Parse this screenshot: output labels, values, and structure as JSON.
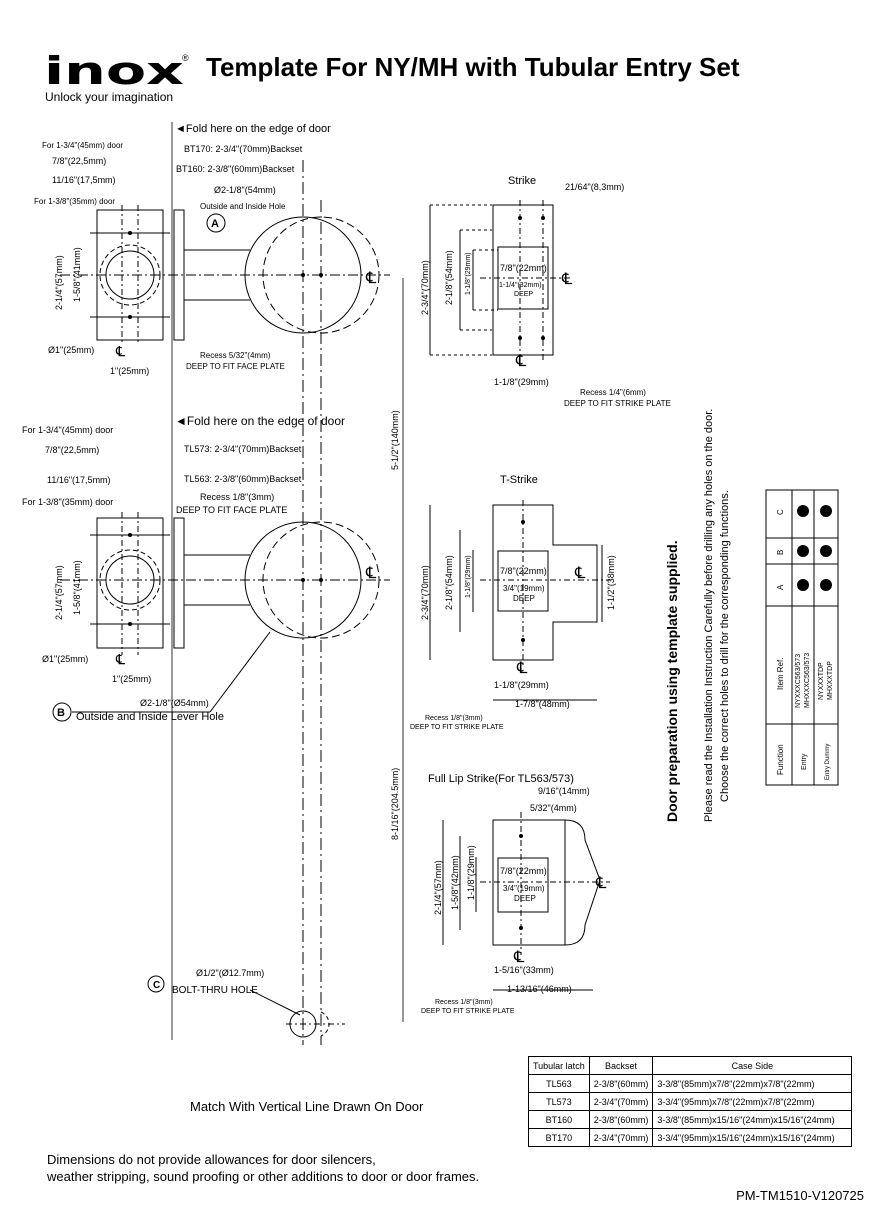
{
  "brand": {
    "logo": "inox",
    "registered": "®",
    "tagline": "Unlock your imagination"
  },
  "title": "Template For NY/MH with Tubular Entry Set",
  "section_a": {
    "fold": "◄Fold here on the edge of door",
    "for_45": "For 1-3/4\"(45mm) door",
    "d78": "7/8\"(22,5mm)",
    "d1116": "11/16\"(17,5mm)",
    "for_35": "For 1-3/8\"(35mm) door",
    "backset1": "BT170: 2-3/4\"(70mm)Backset",
    "backset2": "BT160: 2-3/8\"(60mm)Backset",
    "hole_dia": "Ø2-1/8\"(54mm)",
    "hole_label": "Outside and Inside Hole",
    "marker": "A",
    "h1": "2-1/4\"(57mm)",
    "h2": "1-5/8\"(41mm)",
    "dia1": "Ø1\"(25mm)",
    "w1": "1\"(25mm)",
    "recess1": "Recess 5/32\"(4mm)",
    "recess2": "DEEP TO FIT FACE PLATE"
  },
  "strike": {
    "title": "Strike",
    "d1": "21/64\"(8,3mm)",
    "h1": "2-3/4\"(70mm)",
    "h2": "2-1/8\"(54mm)",
    "h3": "1-1/8\"(29mm)",
    "box1": "7/8\"(22mm)",
    "box2": "1-1/4\"(32mm)",
    "box3": "DEEP",
    "w1": "1-1/8\"(29mm)",
    "recess1": "Recess 1/4\"(6mm)",
    "recess2": "DEEP TO FIT STRIKE PLATE"
  },
  "vertical_dims": {
    "v1": "5-1/2\"(140mm)",
    "v2": "8-1/16\"(204.5mm)"
  },
  "section_b": {
    "fold": "◄Fold here on the edge of door",
    "for_45": "For 1-3/4\"(45mm) door",
    "d78": "7/8\"(22,5mm)",
    "d1116": "11/16\"(17,5mm)",
    "for_35": "For 1-3/8\"(35mm) door",
    "backset1": "TL573: 2-3/4\"(70mm)Backset",
    "backset2": "TL563: 2-3/8\"(60mm)Backset",
    "recess1": "Recess 1/8\"(3mm)",
    "recess2": "DEEP TO FIT FACE PLATE",
    "h1": "2-1/4\"(57mm)",
    "h2": "1-5/8\"(41mm)",
    "dia1": "Ø1\"(25mm)",
    "w1": "1\"(25mm)",
    "hole_dia": "Ø2-1/8\"(Ø54mm)",
    "marker": "B",
    "hole_label": "Outside and Inside Lever Hole"
  },
  "tstrike": {
    "title": "T-Strike",
    "h1": "2-3/4\"(70mm)",
    "h2": "2-1/8\"(54mm)",
    "h3": "1-1/8\"(29mm)",
    "box1": "7/8\"(22mm)",
    "box2": "3/4\"(19mm)",
    "box3": "DEEP",
    "right": "1-1/2\"(38mm)",
    "w1": "1-1/8\"(29mm)",
    "w2": "1-7/8\"(48mm)",
    "recess1": "Recess 1/8\"(3mm)",
    "recess2": "DEEP TO FIT STRIKE PLATE"
  },
  "fulllip": {
    "title": "Full Lip Strike(For TL563/573)",
    "d1": "9/16\"(14mm)",
    "d2": "5/32\"(4mm)",
    "h1": "2-1/4\"(57mm)",
    "h2": "1-5/8\"(42mm)",
    "h3": "1-1/8\"(29mm)",
    "box1": "7/8\"(22mm)",
    "box2": "3/4\"(19mm)",
    "box3": "DEEP",
    "w1": "1-5/16\"(33mm)",
    "w2": "1-13/16\"(46mm)",
    "recess1": "Recess 1/8\"(3mm)",
    "recess2": "DEEP TO FIT STRIKE PLATE"
  },
  "bolt": {
    "marker": "C",
    "dia": "Ø1/2\"(Ø12.7mm)",
    "label": "BOLT-THRU HOLE"
  },
  "cl": "℄",
  "match_text": "Match With Vertical Line Drawn On Door",
  "footer_line1": "Dimensions do not provide allowances for door silencers,",
  "footer_line2": "weather stripping, sound proofing or other additions to door or door frames.",
  "doc_id": "PM-TM1510-V120725",
  "side_heading": "Door preparation using template supplied.",
  "side_line1": "Please read the Installation Instruction Carefully before drilling any holes on the door.",
  "side_line2": "Choose the correct holes to drill for the corresponding functions.",
  "function_table": {
    "headers": [
      "Function",
      "Item Ref.",
      "A",
      "B",
      "C"
    ],
    "rows": [
      {
        "function": "Entry",
        "ref1": "NYXXXC563/573",
        "ref2": "MHXXXC563/573"
      },
      {
        "function": "Entry Dummy",
        "ref1": "NYXXXTDP",
        "ref2": "MHXXXTDP"
      }
    ]
  },
  "spec_table": {
    "headers": [
      "Tubular latch",
      "Backset",
      "Case Side"
    ],
    "rows": [
      [
        "TL563",
        "2-3/8\"(60mm)",
        "3-3/8\"(85mm)x7/8\"(22mm)x7/8\"(22mm)"
      ],
      [
        "TL573",
        "2-3/4\"(70mm)",
        "3-3/4\"(95mm)x7/8\"(22mm)x7/8\"(22mm)"
      ],
      [
        "BT160",
        "2-3/8\"(60mm)",
        "3-3/8\"(85mm)x15/16\"(24mm)x15/16\"(24mm)"
      ],
      [
        "BT170",
        "2-3/4\"(70mm)",
        "3-3/4\"(95mm)x15/16\"(24mm)x15/16\"(24mm)"
      ]
    ]
  }
}
